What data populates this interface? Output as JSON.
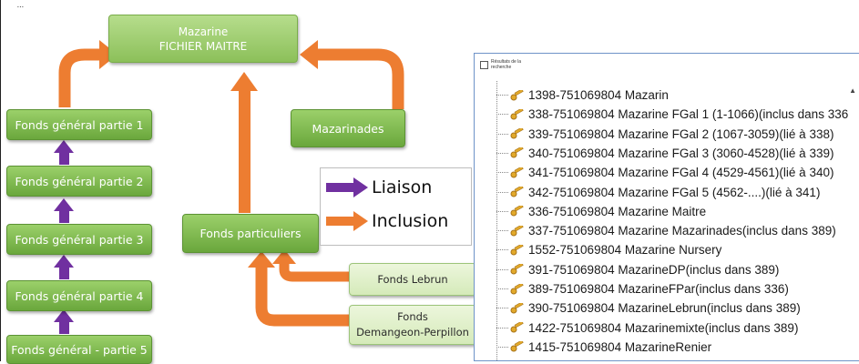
{
  "diagram": {
    "top_fragment": "...",
    "master": {
      "line1": "Mazarine",
      "line2": "FICHIER MAITRE"
    },
    "fonds_generaux": [
      "Fonds général partie 1",
      "Fonds général partie 2",
      "Fonds général partie 3",
      "Fonds général partie 4",
      "Fonds général - partie 5"
    ],
    "mazarinades": "Mazarinades",
    "particuliers": "Fonds particuliers",
    "lebrun": "Fonds Lebrun",
    "demangeon": {
      "line1": "Fonds",
      "line2": "Demangeon-Perpillon"
    },
    "legend": {
      "liaison": "Liaison",
      "inclusion": "Inclusion"
    },
    "colors": {
      "liaison": "#7030a0",
      "inclusion": "#ed7d31",
      "box_green": "#6aa73c"
    }
  },
  "panel": {
    "title": "Résultats de la recherche",
    "rows": [
      "1398-751069804 Mazarin",
      "338-751069804 Mazarine FGal 1 (1-1066)(inclus dans 336",
      "339-751069804 Mazarine FGal 2 (1067-3059)(lié à 338)",
      "340-751069804 Mazarine FGal 3 (3060-4528)(lié à 339)",
      "341-751069804 Mazarine FGal 4 (4529-4561)(lié à 340)",
      "342-751069804 Mazarine FGal 5 (4562-....)(lié à 341)",
      "336-751069804 Mazarine Maitre",
      "337-751069804 Mazarine Mazarinades(inclus dans 389)",
      "1552-751069804 Mazarine Nursery",
      "391-751069804 MazarineDP(inclus dans 389)",
      "389-751069804 MazarineFPar(inclus dans 336)",
      "390-751069804 MazarineLebrun(inclus dans 389)",
      "1422-751069804 Mazarinemixte(inclus dans 389)",
      "1415-751069804 MazarineRenier"
    ],
    "row_icon": "key-icon"
  }
}
